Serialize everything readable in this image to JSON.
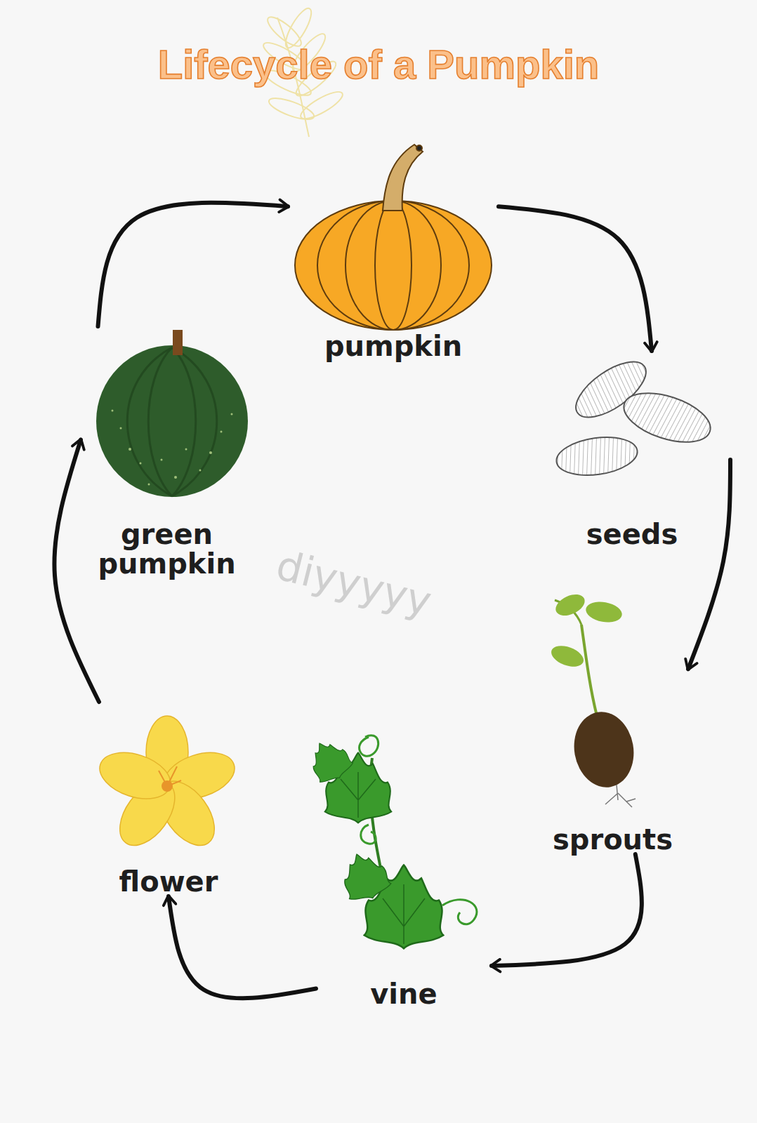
{
  "diagram": {
    "title": "Lifecycle of a Pumpkin",
    "nodes": [
      {
        "text": [
          "pumpkin"
        ]
      },
      {
        "text": [
          "seeds"
        ]
      },
      {
        "text": [
          "sprouts"
        ]
      },
      {
        "text": [
          "vine"
        ]
      },
      {
        "text": [
          "flower"
        ]
      },
      {
        "text": [
          "green pumpkin"
        ]
      }
    ],
    "edges": [
      {
        "from": 0,
        "to": 1,
        "arrow": "to"
      },
      {
        "from": 1,
        "to": 2,
        "arrow": "to"
      },
      {
        "from": 2,
        "to": 3,
        "arrow": "to"
      },
      {
        "from": 3,
        "to": 4,
        "arrow": "to"
      },
      {
        "from": 4,
        "to": 5,
        "arrow": "to"
      },
      {
        "from": 5,
        "to": 0,
        "arrow": "to"
      }
    ],
    "labels": [
      "diyyyyy"
    ]
  }
}
